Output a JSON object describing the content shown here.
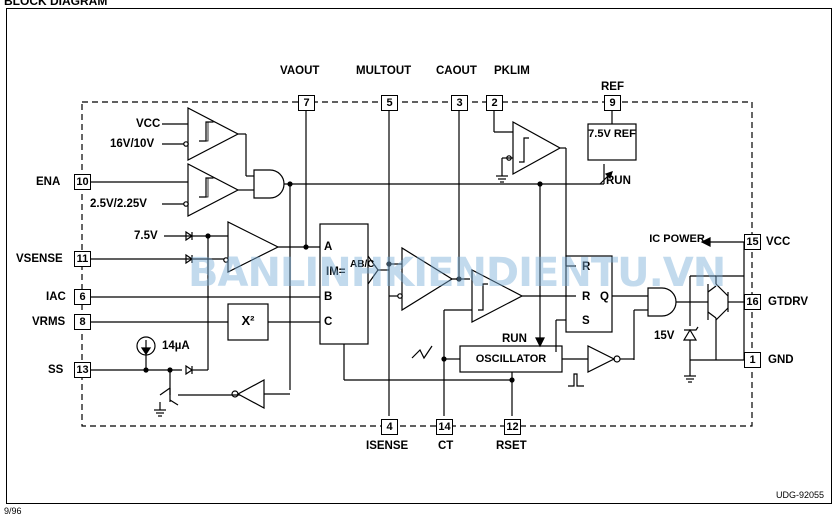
{
  "header": {
    "title": "BLOCK DIAGRAM"
  },
  "footer": {
    "code": "UDG-92055",
    "page_note": "9/96"
  },
  "watermark": {
    "text": "BANLINHKIENDIENTU.VN"
  },
  "pins": {
    "p7": {
      "num": "7",
      "name": "VAOUT"
    },
    "p5": {
      "num": "5",
      "name": "MULTOUT"
    },
    "p3": {
      "num": "3",
      "name": "CAOUT"
    },
    "p2": {
      "num": "2",
      "name": "PKLIM"
    },
    "p9": {
      "num": "9",
      "name": "REF"
    },
    "p10": {
      "num": "10",
      "name": "ENA"
    },
    "p11": {
      "num": "11",
      "name": "VSENSE"
    },
    "p6": {
      "num": "6",
      "name": "IAC"
    },
    "p8": {
      "num": "8",
      "name": "VRMS"
    },
    "p13": {
      "num": "13",
      "name": "SS"
    },
    "p4": {
      "num": "4",
      "name": "ISENSE"
    },
    "p14": {
      "num": "14",
      "name": "CT"
    },
    "p12": {
      "num": "12",
      "name": "RSET"
    },
    "p15": {
      "num": "15",
      "name": "VCC"
    },
    "p16": {
      "num": "16",
      "name": "GTDRV"
    },
    "p1": {
      "num": "1",
      "name": "GND"
    }
  },
  "labels": {
    "vcc_left": "VCC",
    "uvlo": "16V/10V",
    "ena_thr": "2.5V/2.25V",
    "v75": "7.5V",
    "i14": "14µA",
    "ref_block": "7.5V REF",
    "run1": "RUN",
    "run2": "RUN",
    "ic_power": "IC POWER",
    "v15": "15V",
    "osc": "OSCILLATOR",
    "mult_a": "A",
    "mult_b": "B",
    "mult_c": "C",
    "mult_out": "AB/C",
    "mult_im": "IM=",
    "x2": "X²",
    "ff_r1": "R",
    "ff_r2": "R",
    "ff_s": "S",
    "ff_q": "Q"
  }
}
